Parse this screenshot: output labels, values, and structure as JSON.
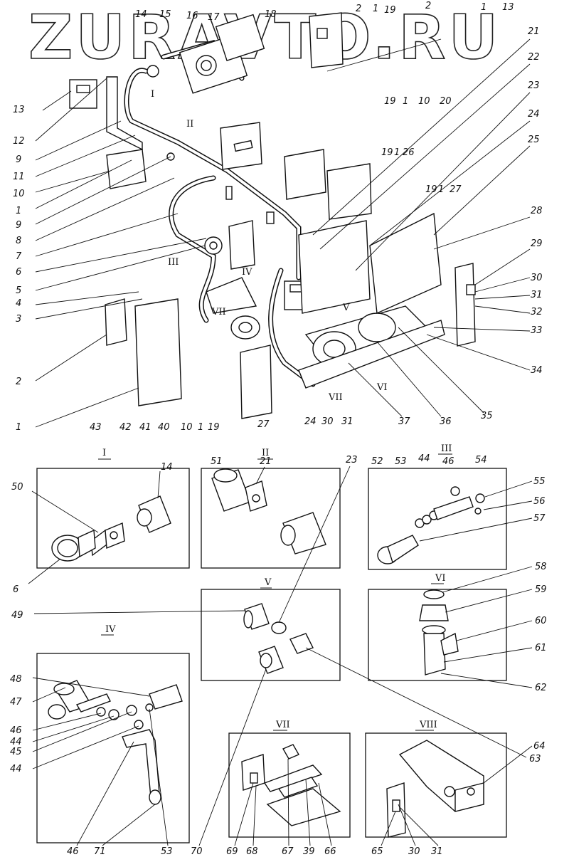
{
  "watermark": "ZURAVTO.RU",
  "callouts_top": [
    "14",
    "15",
    "16",
    "17",
    "18",
    "2",
    "1",
    "19",
    "2",
    "1",
    "13"
  ],
  "callouts_right": [
    "21",
    "22",
    "23",
    "24",
    "25",
    "28",
    "29",
    "30",
    "31",
    "32",
    "33",
    "34",
    "35"
  ],
  "callouts_left": [
    "13",
    "12",
    "9",
    "11",
    "10",
    "1",
    "9",
    "8",
    "7",
    "6",
    "5",
    "4",
    "3",
    "2",
    "1"
  ],
  "callouts_bottom": [
    "43",
    "42",
    "41",
    "40",
    "10",
    "1",
    "19",
    "27",
    "24",
    "30",
    "31",
    "37",
    "36"
  ],
  "callouts_mid": [
    "19",
    "1",
    "10",
    "20",
    "19",
    "1",
    "26",
    "19",
    "1",
    "27"
  ],
  "callouts_center": [
    "VI",
    "VII"
  ],
  "markers_assembly": [
    "I",
    "II",
    "III",
    "IV",
    "V",
    "VII"
  ],
  "views": {
    "v1": {
      "title": "I",
      "labels": [
        "50",
        "14",
        "6"
      ]
    },
    "v2": {
      "title": "II",
      "labels": [
        "51",
        "21"
      ]
    },
    "v3": {
      "title": "III",
      "labels": [
        "52",
        "53",
        "44",
        "46",
        "54",
        "55",
        "56",
        "57"
      ]
    },
    "v5": {
      "title": "V",
      "labels": [
        "23",
        "49",
        "70",
        "63"
      ]
    },
    "v6": {
      "title": "VI",
      "labels": [
        "58",
        "59",
        "60",
        "61",
        "62"
      ]
    },
    "v4": {
      "title": "IV",
      "labels": [
        "48",
        "47",
        "46",
        "44",
        "45",
        "44",
        "46",
        "71",
        "53"
      ]
    },
    "v7": {
      "title": "VII",
      "labels": [
        "69",
        "68",
        "67",
        "39",
        "66"
      ]
    },
    "v8": {
      "title": "VIII",
      "labels": [
        "64",
        "65",
        "30",
        "31"
      ]
    }
  }
}
